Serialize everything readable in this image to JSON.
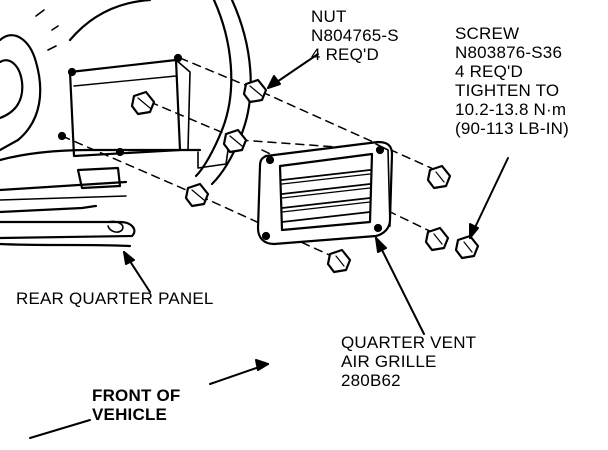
{
  "labels": {
    "nut": {
      "lines": [
        "NUT",
        "N804765-S",
        "4 REQ'D"
      ]
    },
    "screw": {
      "lines": [
        "SCREW",
        "N803876-S36",
        "4 REQ'D",
        "TIGHTEN TO",
        "10.2-13.8 N·m",
        "(90-113 LB-IN)"
      ]
    },
    "rear_panel": {
      "lines": [
        "REAR QUARTER PANEL"
      ]
    },
    "grille": {
      "lines": [
        "QUARTER VENT",
        "AIR GRILLE",
        "280B62"
      ]
    },
    "front": {
      "lines": [
        "FRONT OF",
        "VEHICLE"
      ]
    }
  },
  "colors": {
    "ink": "#000000",
    "paper": "#ffffff"
  }
}
